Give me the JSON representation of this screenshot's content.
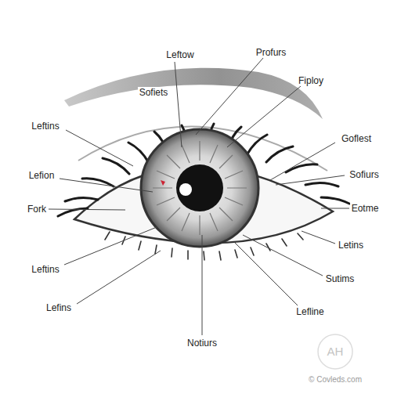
{
  "diagram": {
    "labels": [
      "Leftow",
      "Profurs",
      "Sofiets",
      "Fiploy",
      "Leftins",
      "Goflest",
      "Lefion",
      "Sofiurs",
      "Fork",
      "Eotme",
      "Leftins",
      "Letins",
      "Sutims",
      "Lefins",
      "Lefline",
      "Notiurs",
      "AH",
      "© Covleds.com"
    ]
  }
}
